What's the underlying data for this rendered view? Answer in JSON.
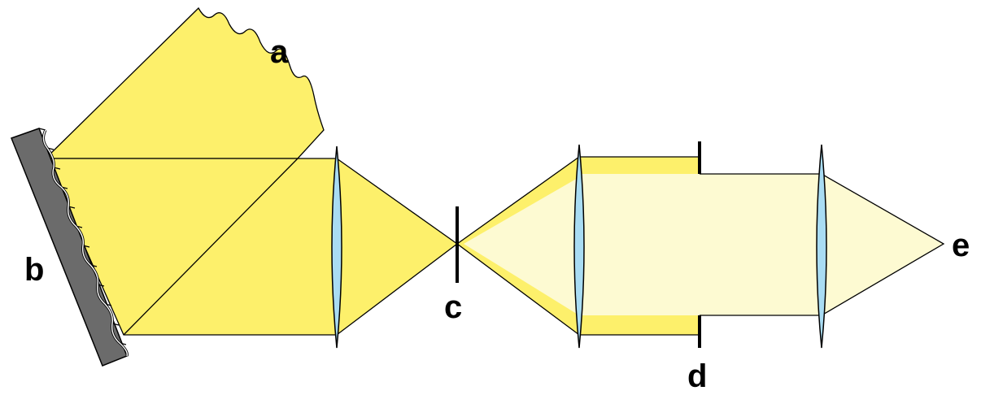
{
  "labels": {
    "a": "a",
    "b": "b",
    "c": "c",
    "d": "d",
    "e": "e"
  },
  "colors": {
    "beam": "#fdf06b",
    "filtered_beam": "#fdfad2",
    "lens": "#a9dcf3",
    "mirror": "#6b6b6b",
    "stop": "#000000",
    "outline": "#000000"
  }
}
